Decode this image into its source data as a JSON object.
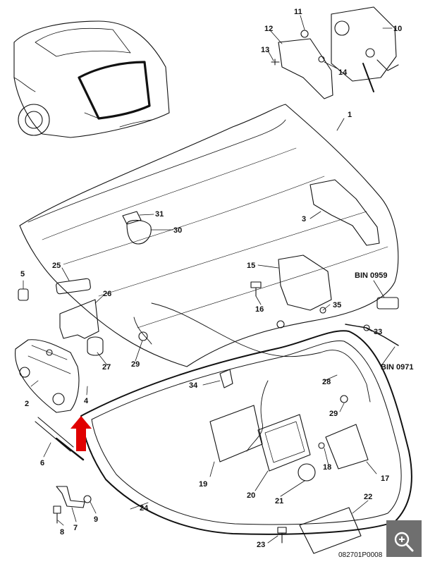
{
  "diagram": {
    "parts": [
      {
        "id": "p1",
        "label": "1"
      },
      {
        "id": "p2",
        "label": "2"
      },
      {
        "id": "p3",
        "label": "3"
      },
      {
        "id": "p4",
        "label": "4"
      },
      {
        "id": "p5",
        "label": "5"
      },
      {
        "id": "p6",
        "label": "6"
      },
      {
        "id": "p7",
        "label": "7"
      },
      {
        "id": "p8",
        "label": "8"
      },
      {
        "id": "p9",
        "label": "9"
      },
      {
        "id": "p10",
        "label": "10"
      },
      {
        "id": "p11",
        "label": "11"
      },
      {
        "id": "p12",
        "label": "12"
      },
      {
        "id": "p13",
        "label": "13"
      },
      {
        "id": "p14",
        "label": "14"
      },
      {
        "id": "p15",
        "label": "15"
      },
      {
        "id": "p16",
        "label": "16"
      },
      {
        "id": "p17",
        "label": "17"
      },
      {
        "id": "p18",
        "label": "18"
      },
      {
        "id": "p19",
        "label": "19"
      },
      {
        "id": "p20",
        "label": "20"
      },
      {
        "id": "p21",
        "label": "21"
      },
      {
        "id": "p22",
        "label": "22"
      },
      {
        "id": "p23",
        "label": "23"
      },
      {
        "id": "p24",
        "label": "24"
      },
      {
        "id": "p25",
        "label": "25"
      },
      {
        "id": "p26",
        "label": "26"
      },
      {
        "id": "p27",
        "label": "27"
      },
      {
        "id": "p28",
        "label": "28"
      },
      {
        "id": "p29a",
        "label": "29"
      },
      {
        "id": "p29b",
        "label": "29"
      },
      {
        "id": "p30",
        "label": "30"
      },
      {
        "id": "p31",
        "label": "31"
      },
      {
        "id": "p33",
        "label": "33"
      },
      {
        "id": "p34",
        "label": "34"
      },
      {
        "id": "p35",
        "label": "35"
      }
    ],
    "references": [
      {
        "id": "bin0959",
        "label": "BIN 0959"
      },
      {
        "id": "bin0971",
        "label": "BIN 0971"
      }
    ],
    "drawing_number": "082701P0008",
    "arrow_color": "#e00000",
    "line_color": "#111111"
  },
  "controls": {
    "zoom_icon": "zoom-in-icon"
  }
}
